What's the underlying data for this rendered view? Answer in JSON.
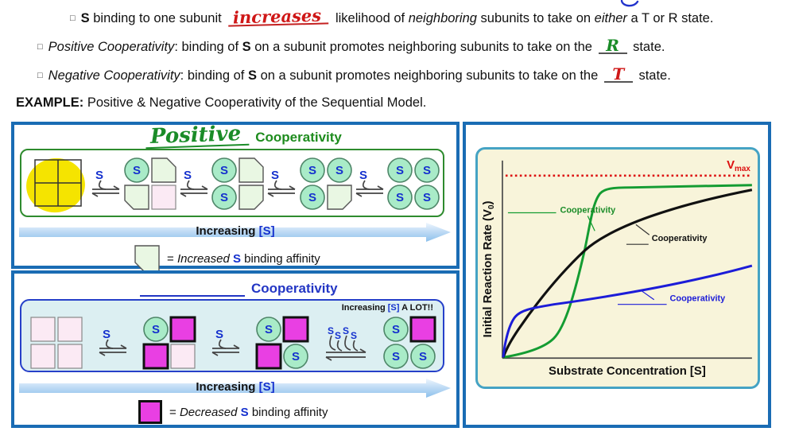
{
  "colors": {
    "panel_border_blue": "#1a6cb4",
    "positive_green": "#1e8c1e",
    "negative_blue": "#2336c4",
    "magenta_square": "#e93fe3",
    "mint_circle": "#a9ebc8",
    "pentagon_green": "#e9f7e3",
    "pink_square": "#fbeaf4",
    "highlight_yellow": "#f5e400",
    "graph_bg_cream": "#f8f4da",
    "graph_border_teal": "#45a3c4",
    "vmax_red": "#dd1111",
    "curve_green": "#149c32",
    "curve_black": "#111111",
    "curve_blue": "#1c1cd8",
    "hand_red": "#cf1717",
    "hand_green": "#1a8c28"
  },
  "sym": {
    "s": "S",
    "bullet": "□"
  },
  "top": {
    "line1": {
      "s": "S",
      "t1": " binding to one subunit ",
      "hand": "increases",
      "t2": " likelihood of ",
      "i1": "neighboring",
      "t3": " subunits to take on ",
      "i2": "either",
      "t4": " a T or R state."
    },
    "line2": {
      "i1": "Positive Cooperativity",
      "t1": ": binding of ",
      "s": "S",
      "t2": " on a subunit promotes neighboring subunits to take on the ",
      "hand": "R",
      "t3": " state."
    },
    "line3": {
      "i1": "Negative Cooperativity",
      "t1": ": binding of ",
      "s": "S",
      "t2": " on a subunit promotes neighboring subunits to take on the ",
      "hand": "T",
      "t3": " state."
    },
    "example": {
      "label": "EXAMPLE:",
      "text": " Positive & Negative Cooperativity of the Sequential Model."
    }
  },
  "positive_panel": {
    "title_hand": "Positive",
    "title_print": "Cooperativity",
    "arrow_black": "Increasing",
    "arrow_blue": "[S]",
    "legend_eq": "= ",
    "legend_italic": "Increased",
    "legend_s": "S",
    "legend_rest": " binding affinity"
  },
  "negative_panel": {
    "title_print": "Cooperativity",
    "alot_t1": "Increasing ",
    "alot_s": "[S]",
    "alot_t2": " A LOT!!",
    "arrow_black": "Increasing",
    "arrow_blue": "[S]",
    "legend_eq": "= ",
    "legend_italic": "Decreased",
    "legend_s": "S",
    "legend_rest": " binding affinity"
  },
  "graph": {
    "vmax_main": "V",
    "vmax_sub": "max",
    "ylabel_main": "Initial Reaction Rate (V",
    "ylabel_sub": "0",
    "ylabel_close": ")",
    "xlabel": "Substrate Concentration [S]",
    "label_positive": "Cooperativity",
    "label_none": "Cooperativity",
    "label_negative": "Cooperativity"
  },
  "chart_data": {
    "type": "line",
    "title": "",
    "xlabel": "Substrate Concentration [S]",
    "ylabel": "Initial Reaction Rate (V0)",
    "axis_numeric": false,
    "grid": false,
    "annotations": [
      "Vmax shown as red dotted horizontal asymptote near top"
    ],
    "series": [
      {
        "name": "(Positive) Cooperativity - sigmoidal",
        "color": "#149c32",
        "x": [
          0,
          0.1,
          0.2,
          0.27,
          0.32,
          0.37,
          0.42,
          0.55,
          1.0
        ],
        "y": [
          0,
          0.03,
          0.1,
          0.22,
          0.55,
          0.83,
          0.93,
          0.94,
          0.95
        ]
      },
      {
        "name": "(No) Cooperativity - hyperbolic",
        "color": "#111111",
        "x": [
          0,
          0.05,
          0.15,
          0.3,
          0.45,
          0.6,
          0.8,
          1.0
        ],
        "y": [
          0,
          0.14,
          0.36,
          0.55,
          0.68,
          0.78,
          0.87,
          0.93
        ]
      },
      {
        "name": "(Negative) Cooperativity - fast then shallow rise",
        "color": "#1c1cd8",
        "x": [
          0,
          0.03,
          0.08,
          0.15,
          0.3,
          0.6,
          1.0
        ],
        "y": [
          0,
          0.2,
          0.27,
          0.3,
          0.34,
          0.41,
          0.51
        ]
      }
    ]
  }
}
